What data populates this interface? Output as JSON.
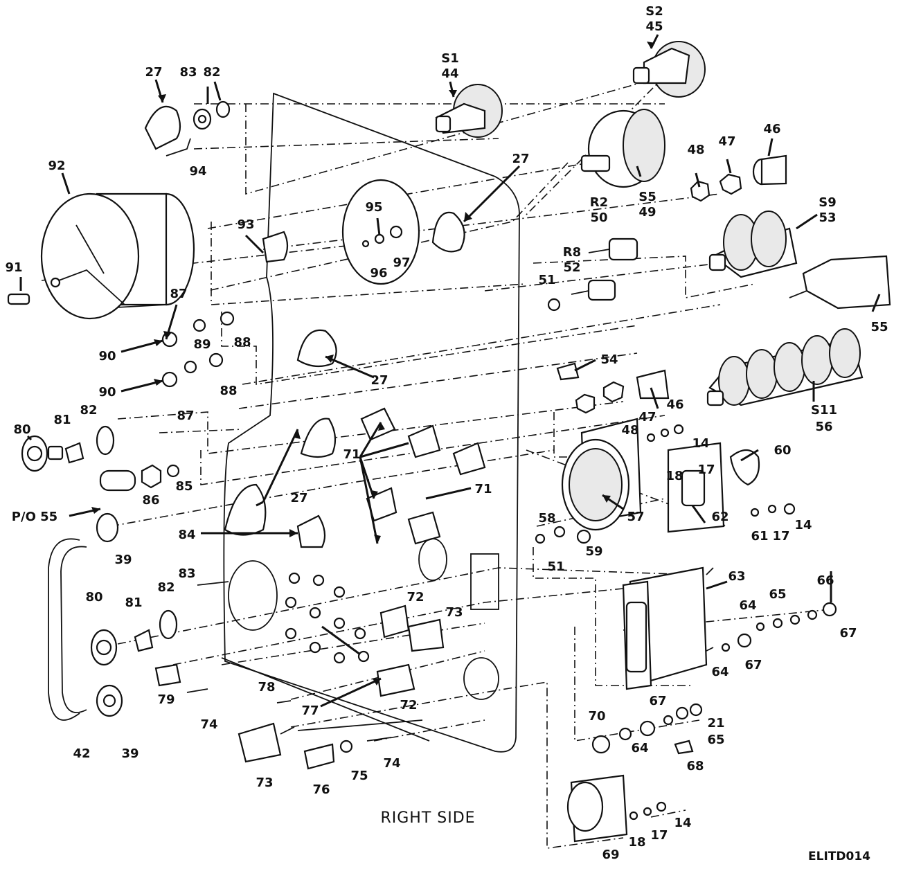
{
  "figure": {
    "caption": "RIGHT SIDE",
    "code": "ELITD014"
  },
  "callouts": [
    {
      "id": "c01",
      "text": "S2"
    },
    {
      "id": "c02",
      "text": "45"
    },
    {
      "id": "c03",
      "text": "S1"
    },
    {
      "id": "c04",
      "text": "44"
    },
    {
      "id": "c05",
      "text": "27"
    },
    {
      "id": "c06",
      "text": "83"
    },
    {
      "id": "c07",
      "text": "82"
    },
    {
      "id": "c08",
      "text": "94"
    },
    {
      "id": "c09",
      "text": "92"
    },
    {
      "id": "c10",
      "text": "27"
    },
    {
      "id": "c11",
      "text": "S5"
    },
    {
      "id": "c12",
      "text": "49"
    },
    {
      "id": "c13",
      "text": "48"
    },
    {
      "id": "c14",
      "text": "47"
    },
    {
      "id": "c15",
      "text": "46"
    },
    {
      "id": "c16",
      "text": "93"
    },
    {
      "id": "c17",
      "text": "95"
    },
    {
      "id": "c18",
      "text": "96"
    },
    {
      "id": "c19",
      "text": "97"
    },
    {
      "id": "c20",
      "text": "R2"
    },
    {
      "id": "c21",
      "text": "50"
    },
    {
      "id": "c22",
      "text": "S9"
    },
    {
      "id": "c23",
      "text": "53"
    },
    {
      "id": "c24",
      "text": "R8"
    },
    {
      "id": "c25",
      "text": "52"
    },
    {
      "id": "c26",
      "text": "51"
    },
    {
      "id": "c27",
      "text": "91"
    },
    {
      "id": "c28",
      "text": "87"
    },
    {
      "id": "c29",
      "text": "55"
    },
    {
      "id": "c30",
      "text": "90"
    },
    {
      "id": "c31",
      "text": "89"
    },
    {
      "id": "c32",
      "text": "88"
    },
    {
      "id": "c33",
      "text": "88"
    },
    {
      "id": "c34",
      "text": "27"
    },
    {
      "id": "c35",
      "text": "54"
    },
    {
      "id": "c36",
      "text": "90"
    },
    {
      "id": "c37",
      "text": "87"
    },
    {
      "id": "c38",
      "text": "46"
    },
    {
      "id": "c39",
      "text": "47"
    },
    {
      "id": "c40",
      "text": "S11"
    },
    {
      "id": "c41",
      "text": "56"
    },
    {
      "id": "c42",
      "text": "80"
    },
    {
      "id": "c43",
      "text": "81"
    },
    {
      "id": "c44",
      "text": "82"
    },
    {
      "id": "c45",
      "text": "48"
    },
    {
      "id": "c46",
      "text": "14"
    },
    {
      "id": "c47",
      "text": "17"
    },
    {
      "id": "c48",
      "text": "60"
    },
    {
      "id": "c49",
      "text": "71"
    },
    {
      "id": "c50",
      "text": "18"
    },
    {
      "id": "c51",
      "text": "86"
    },
    {
      "id": "c52",
      "text": "85"
    },
    {
      "id": "c53",
      "text": "P/O 55"
    },
    {
      "id": "c54",
      "text": "27"
    },
    {
      "id": "c55",
      "text": "71"
    },
    {
      "id": "c56",
      "text": "58"
    },
    {
      "id": "c57",
      "text": "57"
    },
    {
      "id": "c58",
      "text": "62"
    },
    {
      "id": "c59",
      "text": "61"
    },
    {
      "id": "c60",
      "text": "17"
    },
    {
      "id": "c61",
      "text": "14"
    },
    {
      "id": "c62",
      "text": "84"
    },
    {
      "id": "c63",
      "text": "39"
    },
    {
      "id": "c64",
      "text": "59"
    },
    {
      "id": "c65",
      "text": "51"
    },
    {
      "id": "c66",
      "text": "83"
    },
    {
      "id": "c67",
      "text": "63"
    },
    {
      "id": "c68",
      "text": "80"
    },
    {
      "id": "c69",
      "text": "81"
    },
    {
      "id": "c70",
      "text": "82"
    },
    {
      "id": "c71",
      "text": "72"
    },
    {
      "id": "c72",
      "text": "73"
    },
    {
      "id": "c73",
      "text": "66"
    },
    {
      "id": "c74",
      "text": "65"
    },
    {
      "id": "c75",
      "text": "64"
    },
    {
      "id": "c76",
      "text": "67"
    },
    {
      "id": "c77",
      "text": "64"
    },
    {
      "id": "c78",
      "text": "67"
    },
    {
      "id": "c79",
      "text": "79"
    },
    {
      "id": "c80",
      "text": "74"
    },
    {
      "id": "c81",
      "text": "78"
    },
    {
      "id": "c82",
      "text": "77"
    },
    {
      "id": "c83",
      "text": "72"
    },
    {
      "id": "c84",
      "text": "67"
    },
    {
      "id": "c85",
      "text": "21"
    },
    {
      "id": "c86",
      "text": "65"
    },
    {
      "id": "c87",
      "text": "42"
    },
    {
      "id": "c88",
      "text": "39"
    },
    {
      "id": "c89",
      "text": "70"
    },
    {
      "id": "c90",
      "text": "64"
    },
    {
      "id": "c91",
      "text": "68"
    },
    {
      "id": "c92",
      "text": "73"
    },
    {
      "id": "c93",
      "text": "76"
    },
    {
      "id": "c94",
      "text": "75"
    },
    {
      "id": "c95",
      "text": "74"
    },
    {
      "id": "c96",
      "text": "14"
    },
    {
      "id": "c97",
      "text": "18"
    },
    {
      "id": "c98",
      "text": "17"
    },
    {
      "id": "c99",
      "text": "69"
    }
  ]
}
